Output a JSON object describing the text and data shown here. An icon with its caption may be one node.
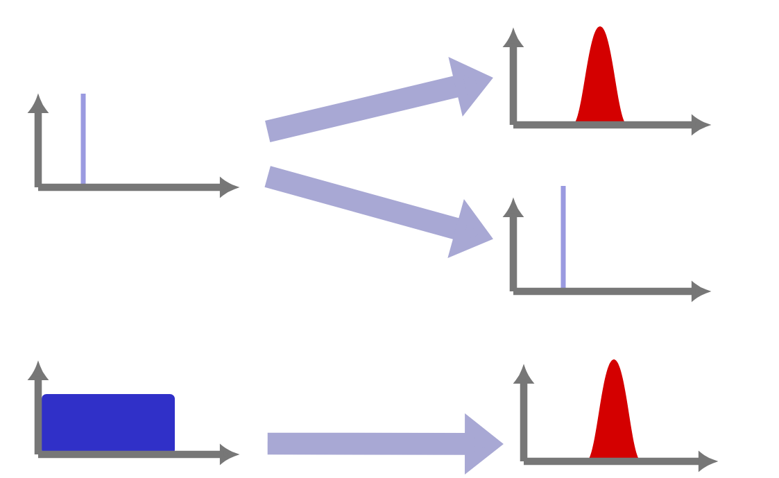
{
  "diagram": {
    "nodes": [
      {
        "text": [],
        "shape": "picture"
      },
      {
        "text": [],
        "shape": "picture"
      },
      {
        "text": [],
        "shape": "picture"
      },
      {
        "text": [],
        "shape": "picture"
      },
      {
        "text": [],
        "shape": "picture"
      }
    ],
    "edges": [
      {
        "from": 0,
        "to": 1,
        "arrow": "to"
      },
      {
        "from": 0,
        "to": 2,
        "arrow": "to"
      },
      {
        "from": 3,
        "to": 4,
        "arrow": "to"
      }
    ]
  }
}
